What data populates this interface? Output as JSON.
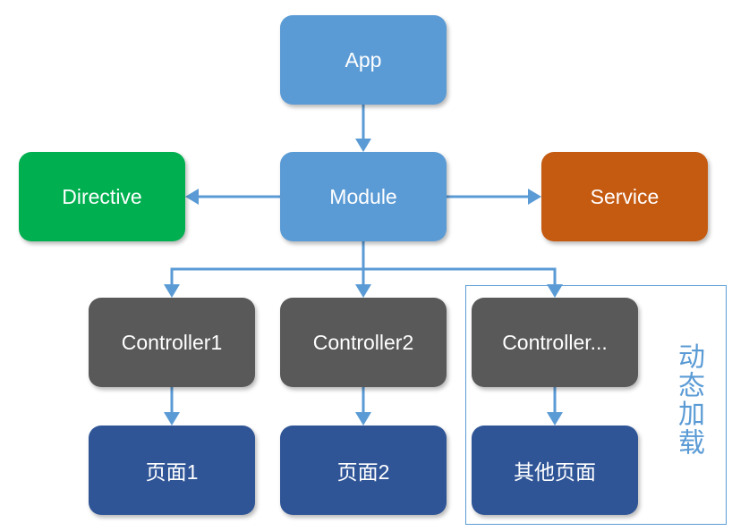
{
  "nodes": {
    "app": {
      "label": "App",
      "color": "#5b9bd5"
    },
    "module": {
      "label": "Module",
      "color": "#5b9bd5"
    },
    "directive": {
      "label": "Directive",
      "color": "#00b050"
    },
    "service": {
      "label": "Service",
      "color": "#c55a11"
    },
    "controller1": {
      "label": "Controller1",
      "color": "#595959"
    },
    "controller2": {
      "label": "Controller2",
      "color": "#595959"
    },
    "controller_more": {
      "label": "Controller...",
      "color": "#595959"
    },
    "page1": {
      "label": "页面1",
      "color": "#2f5597"
    },
    "page2": {
      "label": "页面2",
      "color": "#2f5597"
    },
    "other_pages": {
      "label": "其他页面",
      "color": "#2f5597"
    }
  },
  "dynamic_group": {
    "label": "动态加载",
    "color": "#5b9bd5"
  },
  "edges": [
    [
      "app",
      "module"
    ],
    [
      "module",
      "directive"
    ],
    [
      "module",
      "service"
    ],
    [
      "module",
      "controller1"
    ],
    [
      "module",
      "controller2"
    ],
    [
      "module",
      "controller_more"
    ],
    [
      "controller1",
      "page1"
    ],
    [
      "controller2",
      "page2"
    ],
    [
      "controller_more",
      "other_pages"
    ]
  ],
  "edge_color": "#5b9bd5"
}
